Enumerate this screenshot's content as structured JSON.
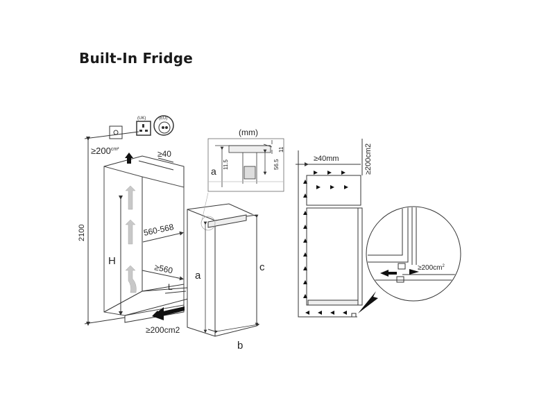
{
  "title": "Built-In Fridge",
  "labels": {
    "vent_top": "≥200",
    "vent_top_sup": "cm²",
    "gap_top": "≥40",
    "height_total": "2100",
    "width_inner": "560-568",
    "depth_inner": "≥560",
    "H": "H",
    "L": "L",
    "a": "a",
    "b": "b",
    "c": "c",
    "vent_bottom": "≥200cm2",
    "uk": "(UK)",
    "eu": "(EU)",
    "mm": "(mm)",
    "detail_a": "a",
    "dim_11_5": "11.5",
    "dim_56_5": "56.5",
    "dim_11": "11",
    "gap_40mm": "≥40mm",
    "vent_side": "≥200cm2",
    "vent_detail": "≥200cm",
    "vent_detail_sup": "2"
  },
  "colors": {
    "line": "#333333",
    "arrow_gray": "#c8c8c8",
    "text": "#222222"
  },
  "icons": [
    "socket-icon",
    "uk-plug-icon",
    "eu-plug-icon",
    "airflow-arrow-icon"
  ]
}
